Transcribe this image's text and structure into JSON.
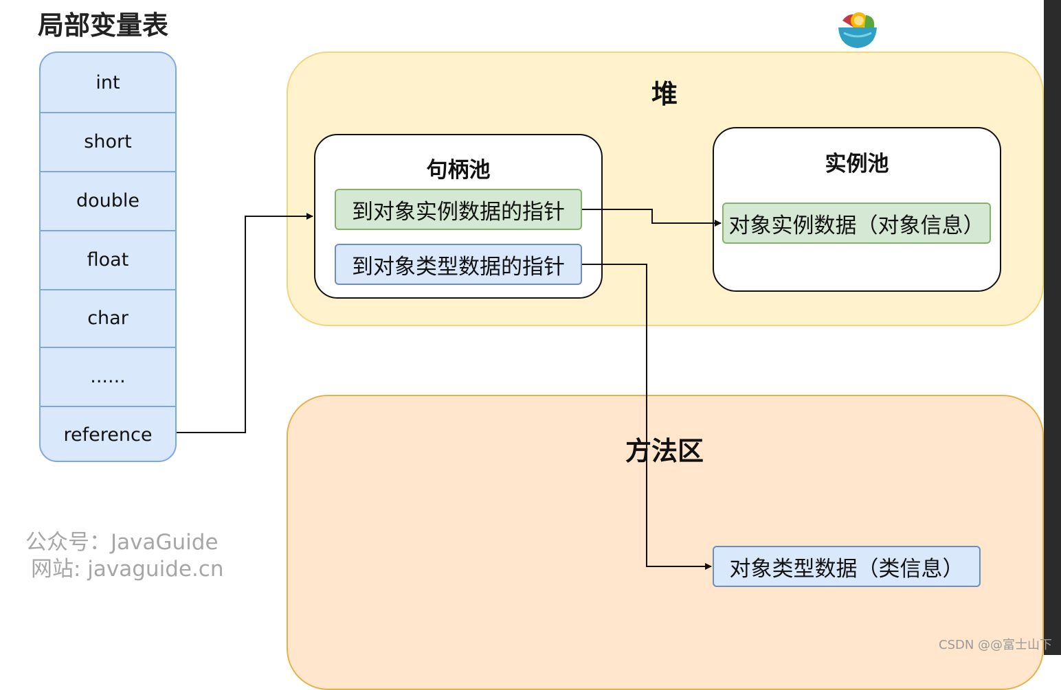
{
  "local_vars": {
    "title": "局部变量表",
    "rows": [
      "int",
      "short",
      "double",
      "float",
      "char",
      "......",
      "reference"
    ]
  },
  "heap": {
    "title": "堆",
    "handle_pool": {
      "title": "句柄池",
      "instance_ptr": "到对象实例数据的指针",
      "type_ptr": "到对象类型数据的指针"
    },
    "instance_pool": {
      "title": "实例池",
      "instance_data": "对象实例数据（对象信息）"
    }
  },
  "method_area": {
    "title": "方法区",
    "type_data": "对象类型数据（类信息）"
  },
  "watermark": {
    "line1": "公众号：JavaGuide",
    "line2": "网站: javaguide.cn"
  },
  "credit": "CSDN @@富士山下",
  "colors": {
    "local_table_fill": "#dae8fc",
    "heap_fill": "#fff2cc",
    "method_fill": "#ffe6cc",
    "green_cell": "#d5e8d4",
    "blue_cell": "#dae8fc"
  }
}
